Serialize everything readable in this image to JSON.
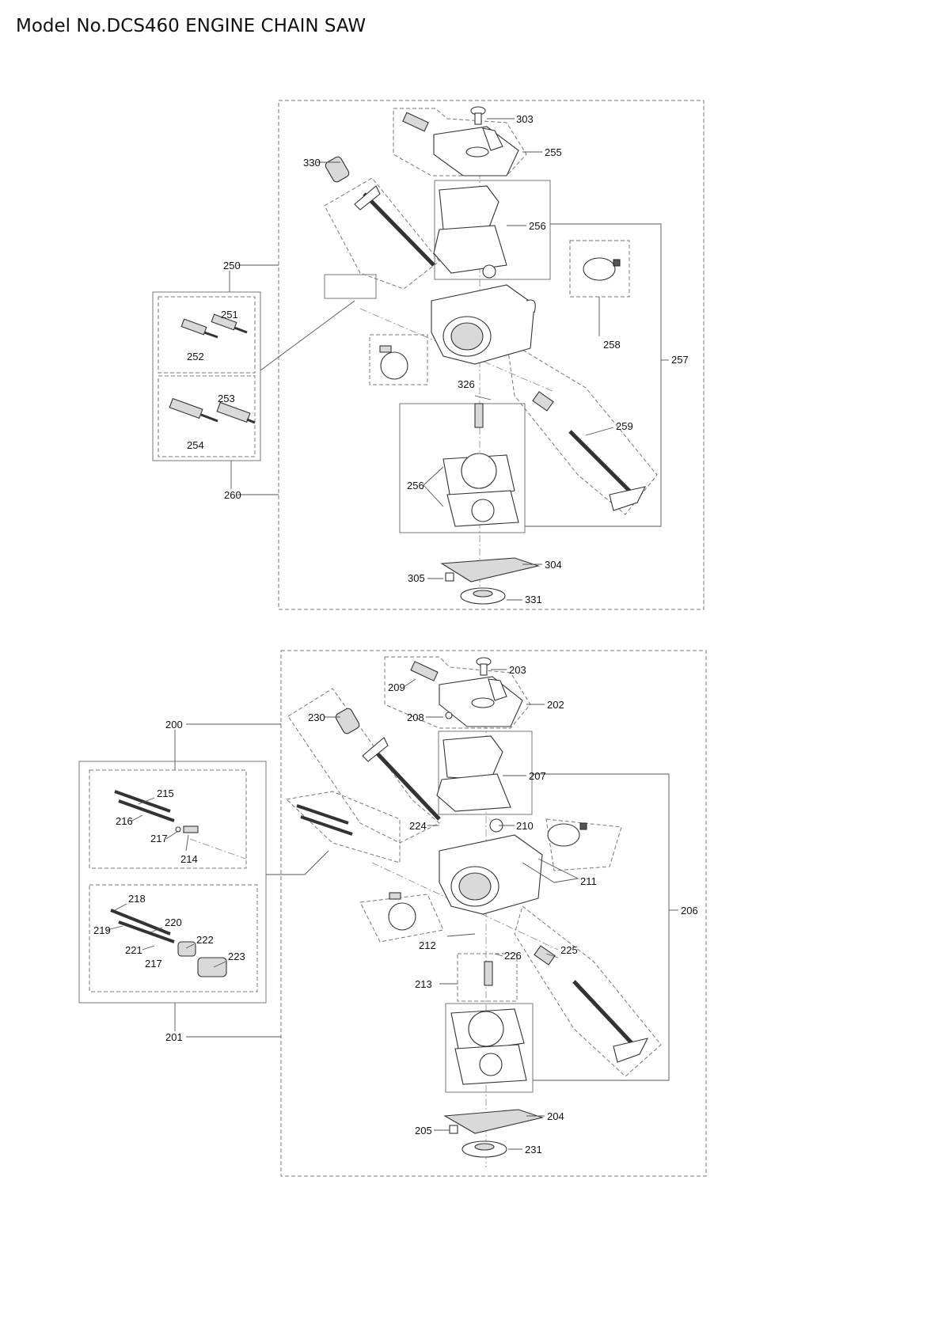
{
  "title": "Model No.DCS460 ENGINE CHAIN SAW",
  "diagram1": {
    "labels": [
      "303",
      "255",
      "330",
      "256",
      "250",
      "251",
      "252",
      "253",
      "254",
      "260",
      "258",
      "257",
      "326",
      "259",
      "256",
      "304",
      "305",
      "331"
    ]
  },
  "diagram2": {
    "labels": [
      "203",
      "209",
      "202",
      "208",
      "230",
      "200",
      "207",
      "215",
      "216",
      "217",
      "214",
      "224",
      "210",
      "211",
      "206",
      "218",
      "220",
      "219",
      "222",
      "221",
      "217",
      "223",
      "212",
      "226",
      "225",
      "213",
      "201",
      "204",
      "205",
      "231"
    ]
  }
}
